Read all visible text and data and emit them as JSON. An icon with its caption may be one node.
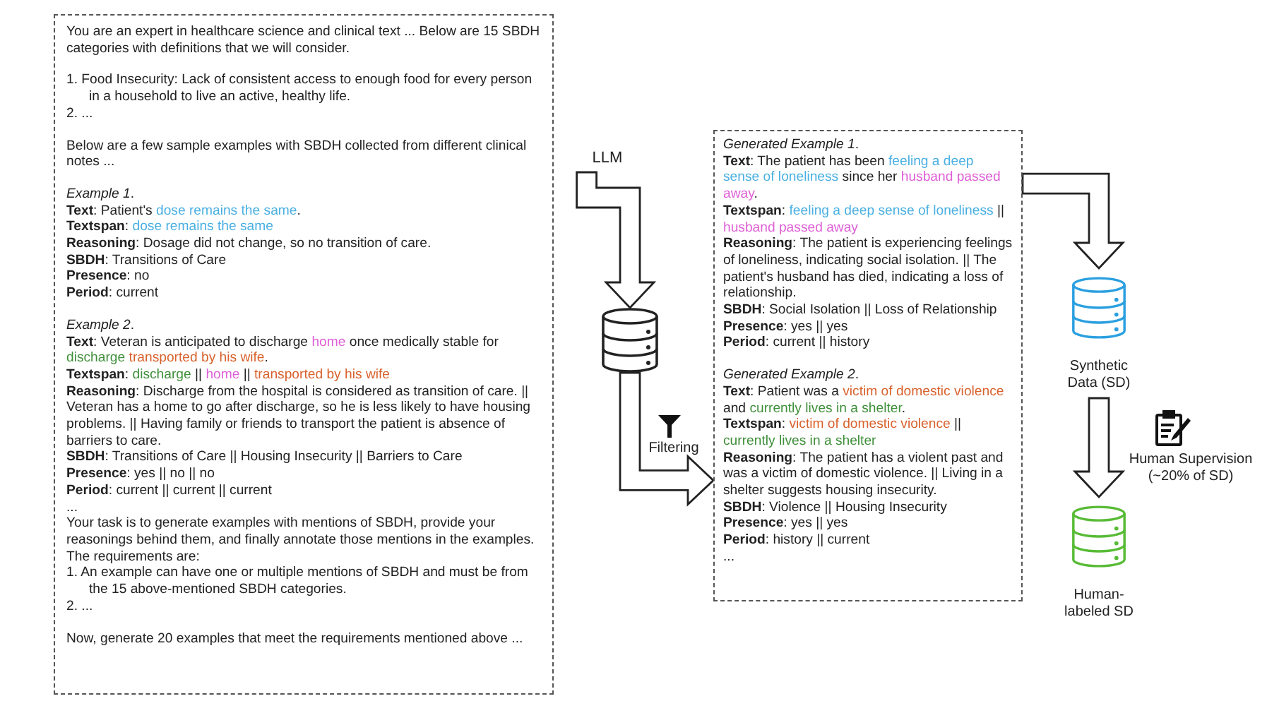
{
  "diagram": {
    "nodes": [
      {
        "text": [
          "You are an expert in healthcare science and clinical text ... Below are 15 SBDH categories with definitions that we will consider.",
          "1. Food Insecurity: Lack of consistent access to enough food for every person in a household to live an active, healthy life.",
          "2. ...",
          "Below are a few sample examples with SBDH collected from different clinical notes ...",
          "*Example 1*.",
          "**Text**: Patient's dose remains the same.",
          "**Textspan**: dose remains the same",
          "**Reasoning**: Dosage did not change, so no transition of care.",
          "**SBDH**: Transitions of Care",
          "**Presence**: no",
          "**Period**: current",
          "*Example 2*.",
          "**Text**: Veteran is anticipated to discharge home once medically stable for discharge transported by his wife.",
          "**Textspan**: discharge || home || transported by his wife",
          "**Reasoning**: Discharge from the hospital is considered as transition of care. || Veteran has a home to go after discharge, so he is less likely to have housing problems. || Having family or friends to transport the patient is absence of barriers to care.",
          "**SBDH**: Transitions of Care || Housing Insecurity || Barriers to Care",
          "**Presence**: yes || no || no",
          "**Period**: current || current || current",
          "...",
          "Your task is to generate examples with mentions of SBDH, provide your reasonings behind them, and finally annotate those mentions in the examples. The requirements are:",
          "1. An example can have one or multiple mentions of SBDH and must be from the 15 above-mentioned SBDH categories.",
          "2. ...",
          "Now, generate 20 examples that meet the requirements mentioned above ..."
        ]
      },
      {
        "text": [
          "LLM"
        ]
      },
      {
        "text": [],
        "shape": "cylinder"
      },
      {
        "text": [
          "*Generated Example 1*.",
          "**Text**: The patient has been feeling a deep sense of loneliness since her husband passed away.",
          "**Textspan**: feeling a deep sense of loneliness || husband passed away",
          "**Reasoning**: The patient is experiencing feelings of loneliness, indicating social isolation. || The patient's husband has died, indicating a loss of relationship.",
          "**SBDH**: Social Isolation || Loss of Relationship",
          "**Presence**: yes || yes",
          "**Period**: current || history",
          "*Generated Example 2*.",
          "**Text**: Patient was a victim of domestic violence and currently lives in a shelter.",
          "**Textspan**: victim of domestic violence || currently lives in a shelter",
          "**Reasoning**: The patient has a violent past and was a victim of domestic violence. || Living in a shelter suggests housing insecurity.",
          "**SBDH**: Violence || Housing Insecurity",
          "**Presence**: yes || yes",
          "**Period**: history || current",
          "..."
        ]
      },
      {
        "text": [
          "Synthetic Data (SD)"
        ]
      },
      {
        "text": [
          "Human-labeled SD"
        ]
      }
    ],
    "edges": [
      {
        "from": 1,
        "to": 2,
        "arrow": "to"
      },
      {
        "from": 2,
        "to": 3,
        "arrow": "to",
        "label": "Filtering"
      },
      {
        "from": 3,
        "to": 4,
        "arrow": "to"
      },
      {
        "from": 4,
        "to": 5,
        "arrow": "to",
        "label": "Human Supervision (~20% of SD)"
      }
    ]
  }
}
